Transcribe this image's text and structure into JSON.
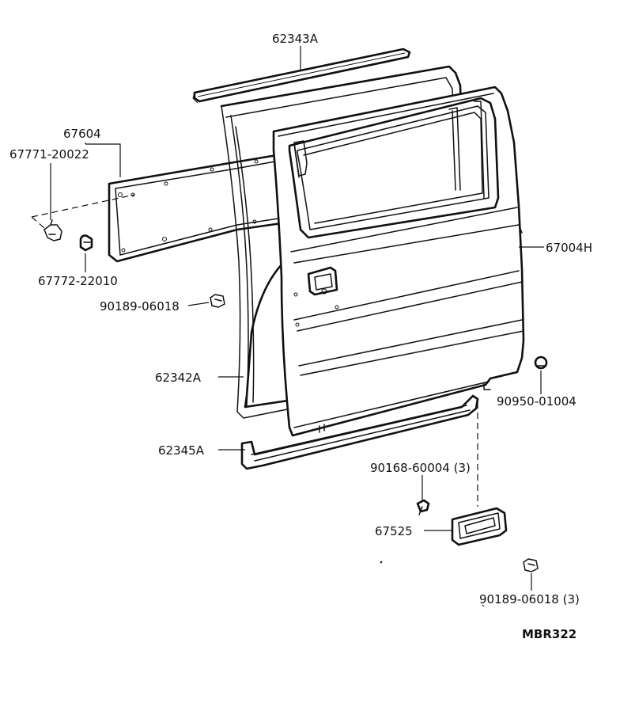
{
  "parts": {
    "belt_molding": "62343A",
    "trim_board": "67604",
    "trim_clip_upper": "67771-20022",
    "trim_clip_lower": "67772-22010",
    "screw_left": "90189-06018",
    "weatherstrip": "62342A",
    "lower_weatherstrip": "62345A",
    "door_panel": "67004H",
    "bumper": "90950-01004",
    "screw_cover": "90168-60004 (3)",
    "cover": "67525",
    "screw_right": "90189-06018 (3)"
  },
  "reference_code": "MBR322"
}
